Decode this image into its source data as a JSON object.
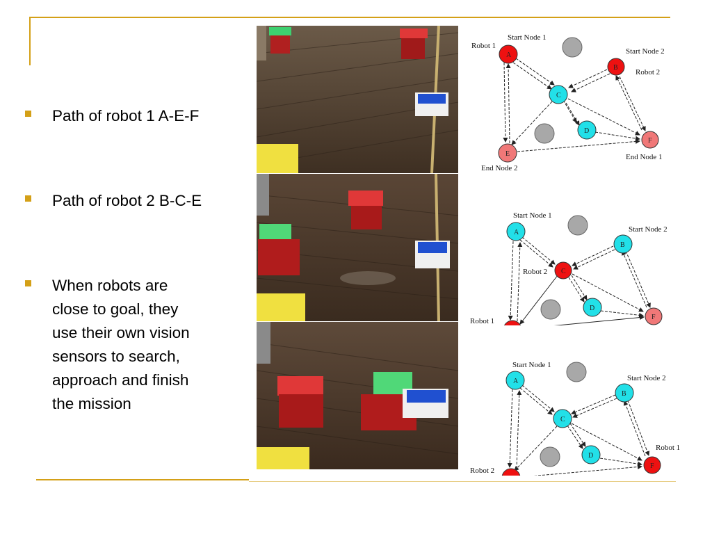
{
  "bullets": [
    {
      "text": "Path of robot 1 A-E-F"
    },
    {
      "text": "Path of robot 2 B-C-E"
    },
    {
      "text": "When robots are\nclose to goal, they\nuse their own vision\nsensors to search,\napproach and finish\nthe mission"
    }
  ],
  "graph_common": {
    "start_node_1": "Start Node 1",
    "start_node_2": "Start Node 2",
    "end_node_1": "End Node 1",
    "end_node_2": "End Node 2",
    "robot_1": "Robot 1",
    "robot_2": "Robot 2",
    "nodes": [
      "A",
      "B",
      "C",
      "D",
      "E",
      "F"
    ]
  },
  "colors": {
    "accent": "#d4a017",
    "node_active": "#ee1111",
    "node_target": "#f07878",
    "node_idle": "#22e0e8",
    "obstacle": "#a8a8a8"
  }
}
